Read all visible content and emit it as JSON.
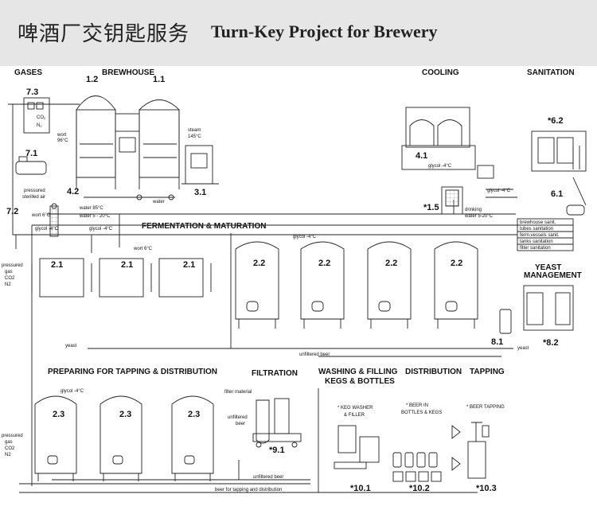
{
  "header": {
    "title_cn": "啤酒厂交钥匙服务",
    "title_en": "Turn-Key Project for Brewery"
  },
  "sections": {
    "gases": "GASES",
    "brewhouse": "BREWHOUSE",
    "cooling": "COOLING",
    "sanitation": "SANITATION",
    "fermentation": "FERMENTATION & MATURATION",
    "yeast_1": "YEAST",
    "yeast_2": "MANAGEMENT",
    "preparing": "PREPARING FOR TAPPING & DISTRIBUTION",
    "filtration": "FILTRATION",
    "washing_1": "WASHING & FILLING",
    "washing_2": "KEGS & BOTTLES",
    "distribution": "DISTRIBUTION",
    "tapping": "TAPPING"
  },
  "numbers": {
    "n7_3": "7.3",
    "n7_1": "7.1",
    "n7_2": "7.2",
    "n1_2": "1.2",
    "n1_1": "1.1",
    "n4_2": "4.2",
    "n3_1": "3.1",
    "n4_1": "4.1",
    "n1_5": "*1.5",
    "n6_2": "*6.2",
    "n6_1": "6.1",
    "n2_1": "2.1",
    "n2_2": "2.2",
    "n8_1": "8.1",
    "n8_2": "*8.2",
    "n2_3": "2.3",
    "n9_1": "*9.1",
    "n10_1": "*10.1",
    "n10_2": "*10.2",
    "n10_3": "*10.3"
  },
  "labels": {
    "co2": "CO",
    "co2_sub": "2",
    "n2": "N",
    "n2_sub": "2",
    "pressured_sterilled_air_1": "pressured",
    "pressured_sterilled_air_2": "sterilled air",
    "wort_1": "wort",
    "wort_2": "96°C",
    "steam_1": "steam",
    "steam_2": "145°C",
    "water_85": "water 85°C",
    "water_5_20": "water 5 - 20°C",
    "water": "water",
    "wort_6": "wort 6°C",
    "glycol_4_a": "glycol -4°C",
    "glycol_4_b": "glycol -4°C",
    "glycol_4_c": "glycol -4°C",
    "glycol_4_d": "glycol -4°C",
    "glycol_4_e": "glycol -4°C",
    "glycol_4_f": "glycol -4°C",
    "drinking_water_1": "drinking",
    "drinking_water_2": "water 5-20°C",
    "san_1": "brewhouse sanit.",
    "san_2": "tubes sanitation",
    "san_3": "ferm.vessels sanit.",
    "san_4": "tanks sanitation",
    "san_5": "filter sanitation",
    "pressured_gas_a": [
      "pressured",
      "gas",
      "CO2",
      "N2"
    ],
    "pressured_gas_b": [
      "pressured",
      "gas",
      "CO2",
      "N2"
    ],
    "yeast_a": "yeast",
    "yeast_b": "yeast",
    "unfiltered_beer_a": "unfiltered beer",
    "unfiltered_beer_b": "unfiltered beer",
    "beer_for_tapping": "beer for tapping and distribution",
    "filter_material": "filter material",
    "unfiltered_1": "unfiltered",
    "unfiltered_2": "beer",
    "keg_washer_1": "* KEG WASHER",
    "keg_washer_2": "& FILLER",
    "beer_in_1": "* BEER IN",
    "beer_in_2": "BOTTLES & KEGS",
    "beer_tapping": "* BEER TAPPING"
  }
}
